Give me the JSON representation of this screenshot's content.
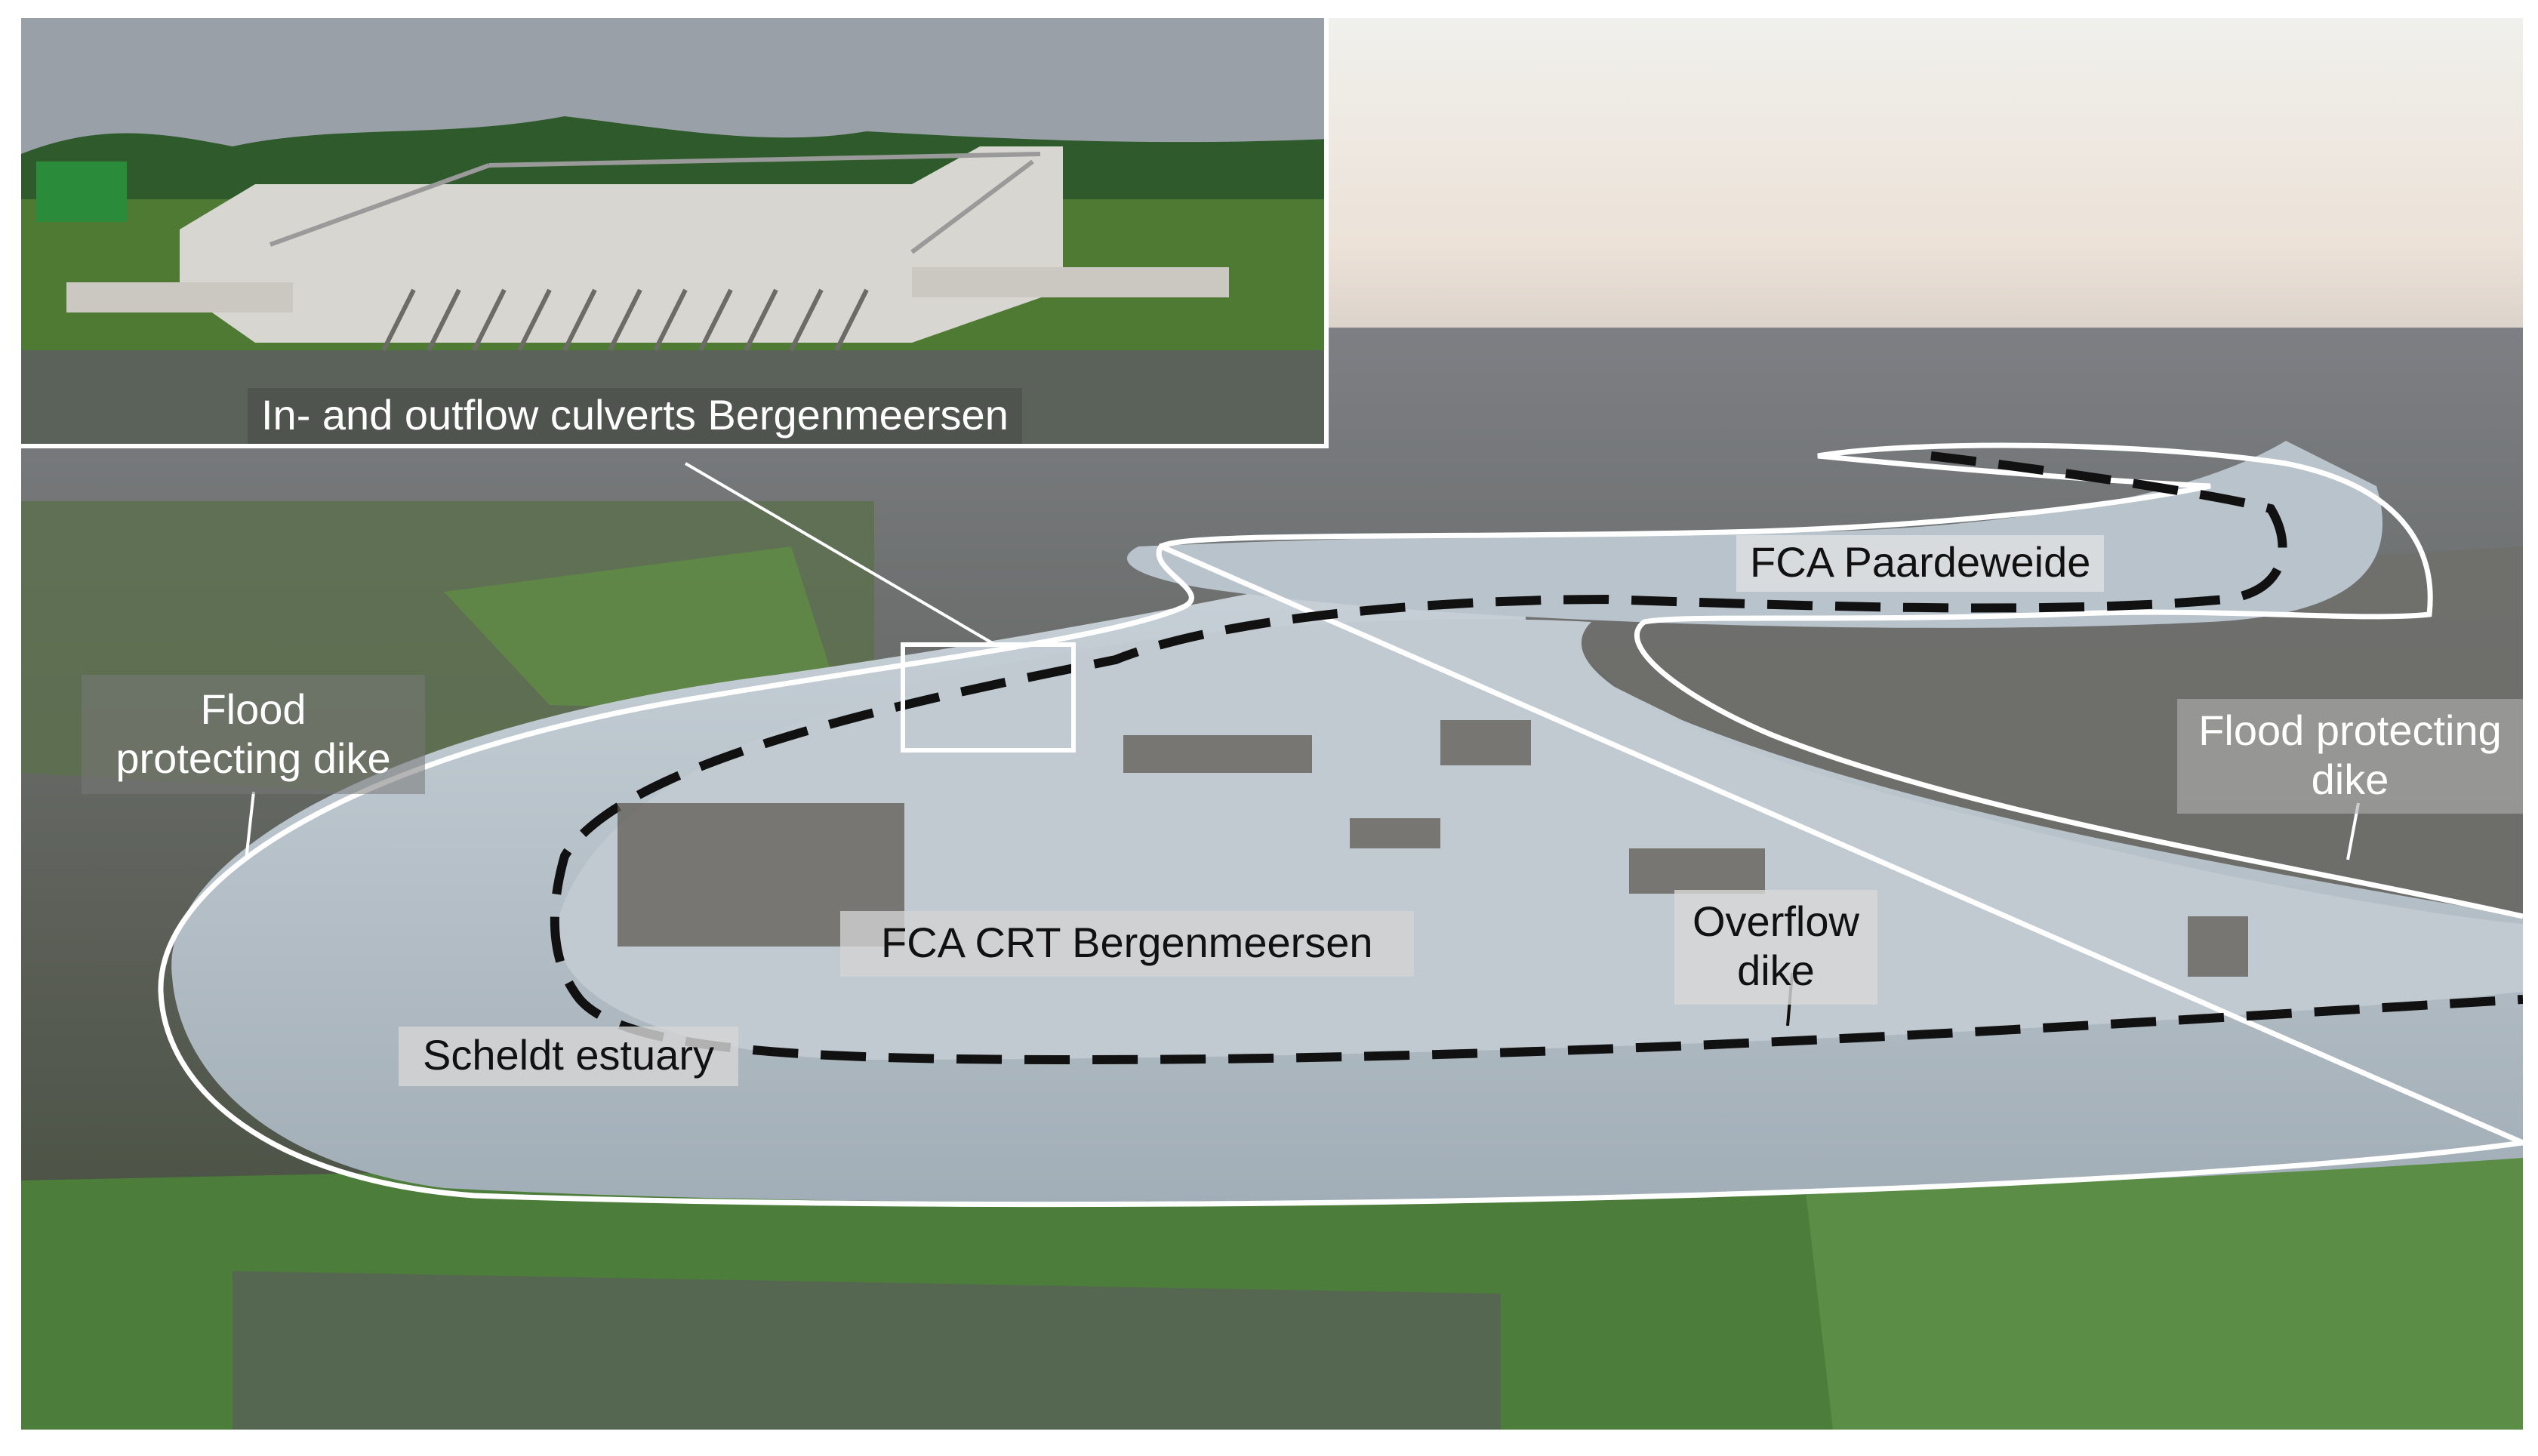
{
  "figure": {
    "inset_caption": "In- and outflow culverts Bergenmeersen",
    "labels": {
      "fca_paardeweide": "FCA Paardeweide",
      "flood_dike_left": "Flood\nprotecting dike",
      "flood_dike_right": "Flood protecting\ndike",
      "overflow_dike": "Overflow\ndike",
      "fca_crt": "FCA CRT Bergenmeersen",
      "scheldt_estuary": "Scheldt estuary"
    }
  },
  "colors": {
    "water": "#aeb9c2",
    "sky": "#e8e5e0",
    "grass": "#4f7f3d",
    "outline": "#ffffff",
    "dashed_line": "#111111"
  }
}
